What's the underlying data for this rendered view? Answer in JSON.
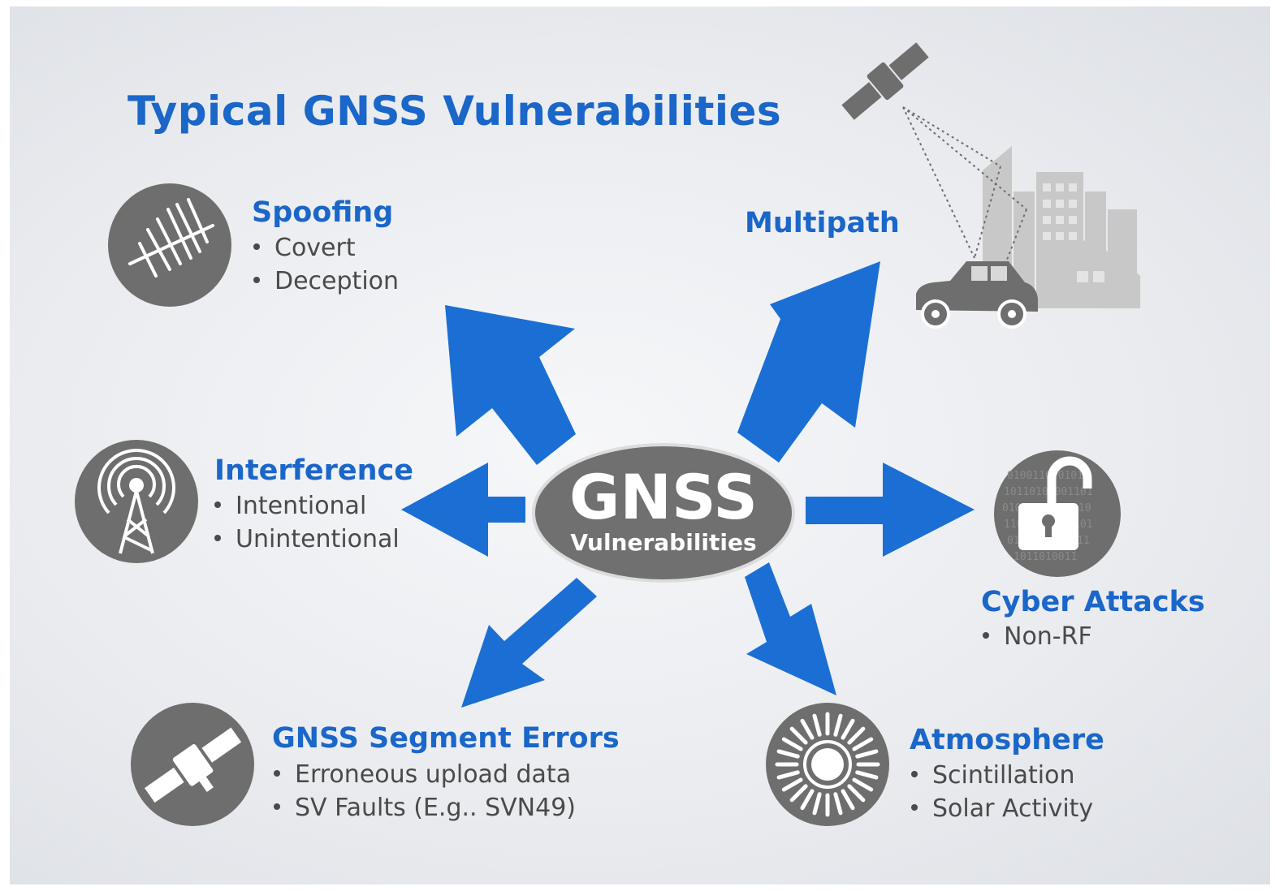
{
  "title": "Typical GNSS Vulnerabilities",
  "center": {
    "title": "GNSS",
    "subtitle": "Vulnerabilities"
  },
  "categories": {
    "spoofing": {
      "heading": "Spoofing",
      "items": [
        "Covert",
        "Deception"
      ],
      "icon": "antenna-icon"
    },
    "multipath": {
      "heading": "Multipath",
      "items": [],
      "icon": "city-car-satellite-icon"
    },
    "interference": {
      "heading": "Interference",
      "items": [
        "Intentional",
        "Unintentional"
      ],
      "icon": "radio-tower-icon"
    },
    "cyber": {
      "heading": "Cyber Attacks",
      "items": [
        "Non-RF"
      ],
      "icon": "unlocked-padlock-icon"
    },
    "segment": {
      "heading": "GNSS Segment Errors",
      "items": [
        "Erroneous upload data",
        "SV Faults (E.g.. SVN49)"
      ],
      "icon": "satellite-icon"
    },
    "atmosphere": {
      "heading": "Atmosphere",
      "items": [
        "Scintillation",
        "Solar Activity"
      ],
      "icon": "sun-icon"
    }
  },
  "colors": {
    "accent": "#1a66c9",
    "arrow": "#1b6fd4",
    "icon_gray": "#6e6e6e",
    "text": "#4a4a4a"
  }
}
